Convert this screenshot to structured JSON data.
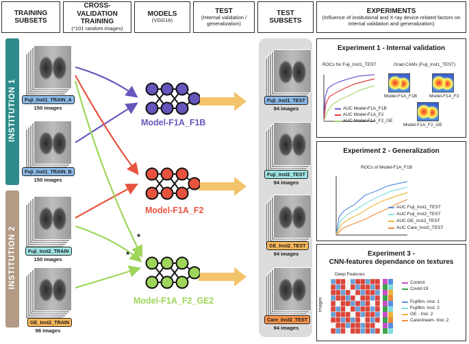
{
  "headers": {
    "training_subsets": "TRAINING SUBSETS",
    "cross_validation": "CROSS-VALIDATION TRAINING",
    "cross_validation_sub": "(*101 random images)",
    "models": "MODELS",
    "models_sub": "(VGG16)",
    "test": "TEST",
    "test_sub": "(Internal validation / generalization)",
    "test_subsets": "TEST SUBSETS",
    "experiments": "EXPERIMENTS",
    "experiments_sub": "(Influence of institutional and X-ray device related factors on internal validation and generalization)"
  },
  "institutions": {
    "inst1": "INSTITUTION 1",
    "inst2": "INSTITUTION 2"
  },
  "training": [
    {
      "label": "Fuji_Inst1_TRAIN_A",
      "count": "150 images"
    },
    {
      "label": "Fuji_Inst1_TRAIN_B",
      "count": "150 images"
    },
    {
      "label": "Fuji_Inst2_TRAIN",
      "count": "150 images"
    },
    {
      "label": "GE_Inst2_TRAIN",
      "count": "98 images"
    }
  ],
  "models": {
    "m1": "Model-F1A_F1B",
    "m2": "Model-F1A_F2",
    "m3": "Model-F1A_F2_GE2"
  },
  "asterisk": "*",
  "test_sets": [
    {
      "label": "Fuji_Inst1_TEST",
      "count": "94 images"
    },
    {
      "label": "Fuji_Inst2_TEST",
      "count": "94 images"
    },
    {
      "label": "GE_Inst2_TEST",
      "count": "94 images"
    },
    {
      "label": "Care_Inst2_TEST",
      "count": "94 images"
    }
  ],
  "exp1": {
    "title": "Experiment 1 - Internal validation",
    "roc_title": "ROCs for Fuji_Inst1_TEST",
    "gradcam_title": "Grad-CAMs (Fuji_Inst1_TEST)",
    "legend": [
      "AUC Model-F1A_F1B",
      "AUC Model-F1A_F2",
      "AUC Model-F1A_F2_GE"
    ],
    "maps": [
      "Model-F1A_F1B",
      "Model-F1A_F2",
      "Model-F1A_F2_GE"
    ]
  },
  "exp2": {
    "title": "Experiment 2 - Generalization",
    "roc_title": "ROCs of Model-F1A_F1B",
    "legend": [
      "AUC Fuji_Inst1_TEST",
      "AUC Fuji_Inst2_TEST",
      "AUC GE_Inst2_TEST",
      "AUC Care_Inst2_TEST"
    ]
  },
  "exp3": {
    "title_line1": "Experiment 3 -",
    "title_line2": "CNN-features dependance on textures",
    "deep_features": "Deep Features",
    "images_axis": "Images",
    "class_legend": [
      "Control",
      "Covid-19"
    ],
    "source_legend": [
      "Fujifilm- Inst. 1",
      "Fujifilm- Inst. 2",
      "GE - Inst. 2",
      "Carestream- Inst. 2"
    ]
  },
  "colors": {
    "inst1": "#2e8b8b",
    "inst2": "#b29a84",
    "purple": "#6655bb",
    "red": "#e8533f",
    "green": "#9ed55a",
    "orange": "#f3c46b",
    "lbl_blue": "#8ab9e6",
    "lbl_cyan": "#9fe4e4",
    "lbl_orange": "#f9b85a",
    "heat_red": "#d9463a",
    "heat_blue": "#6a9fd6",
    "heat_white": "#f4f4f4",
    "class_control": "#c84fc6",
    "class_covid": "#3aa64a"
  },
  "icons": {
    "arrow": "right-arrow",
    "network": "neural-network-icon"
  }
}
